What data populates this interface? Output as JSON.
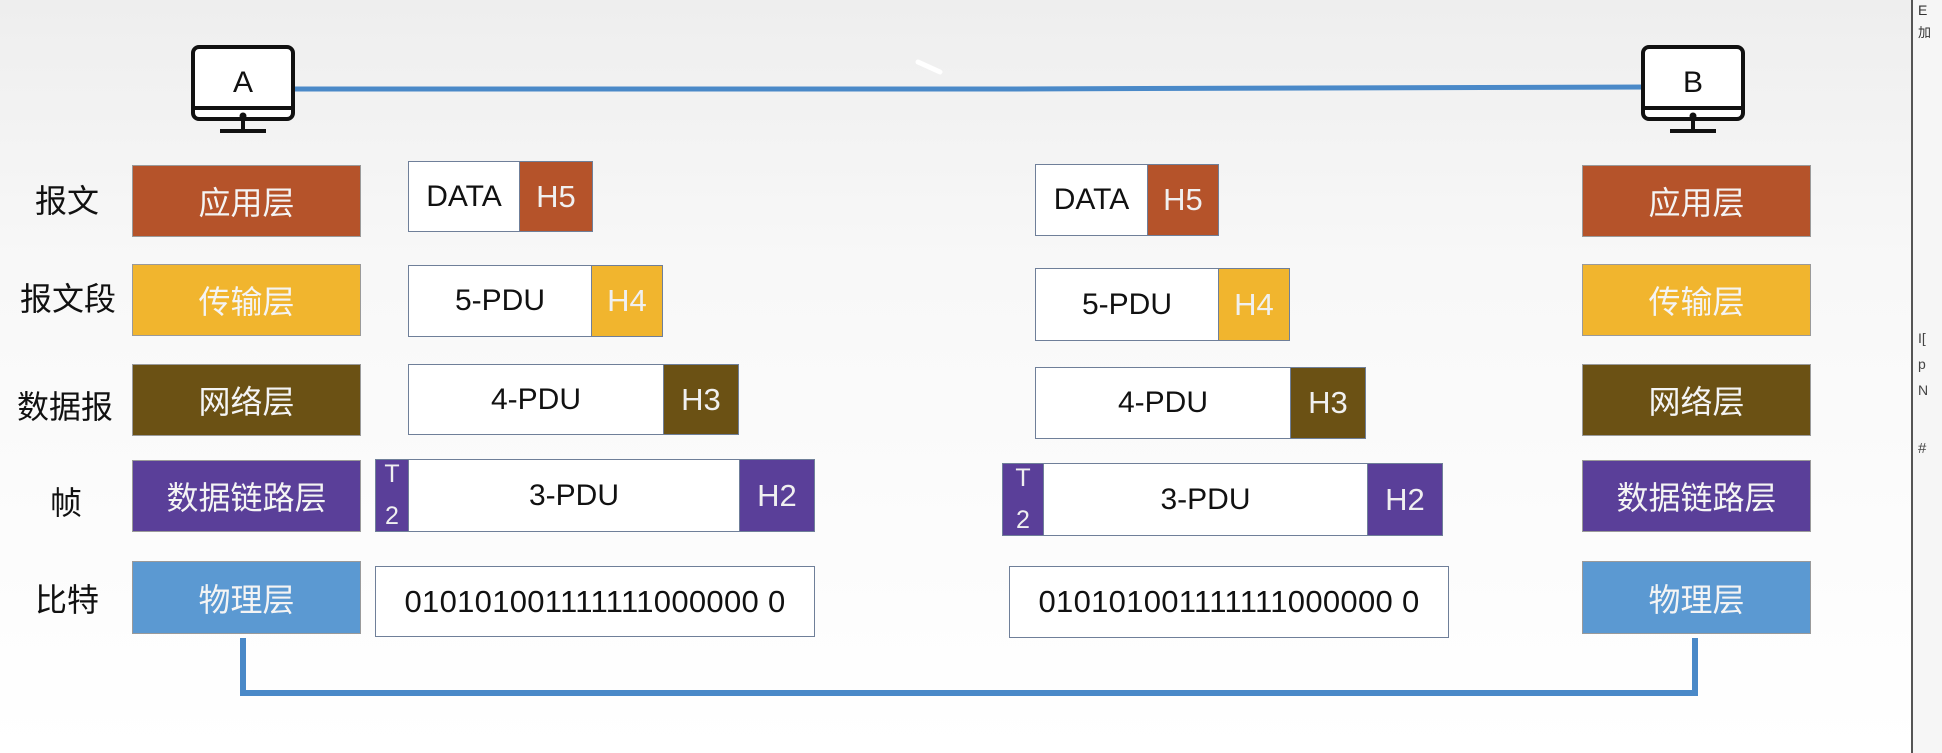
{
  "colors": {
    "application": "#b5532a",
    "transport": "#f1b52e",
    "network": "#6b5114",
    "datalink": "#5a3f99",
    "physical": "#5b99d2",
    "link_line": "#4a89c8"
  },
  "hosts": {
    "a": "A",
    "b": "B"
  },
  "row_labels": [
    "报文",
    "报文段",
    "数据报",
    "帧",
    "比特"
  ],
  "layers": [
    "应用层",
    "传输层",
    "网络层",
    "数据链路层",
    "物理层"
  ],
  "packets": {
    "data": "DATA",
    "h5": "H5",
    "pdu5": "5-PDU",
    "h4": "H4",
    "pdu4": "4-PDU",
    "h3": "H3",
    "pdu3": "3-PDU",
    "h2": "H2",
    "t2_top": "T",
    "t2_bottom": "2",
    "bits": "010101001111111000000 0"
  },
  "side_fragments": [
    "E",
    "加",
    "I[",
    "p",
    "N",
    "#"
  ]
}
